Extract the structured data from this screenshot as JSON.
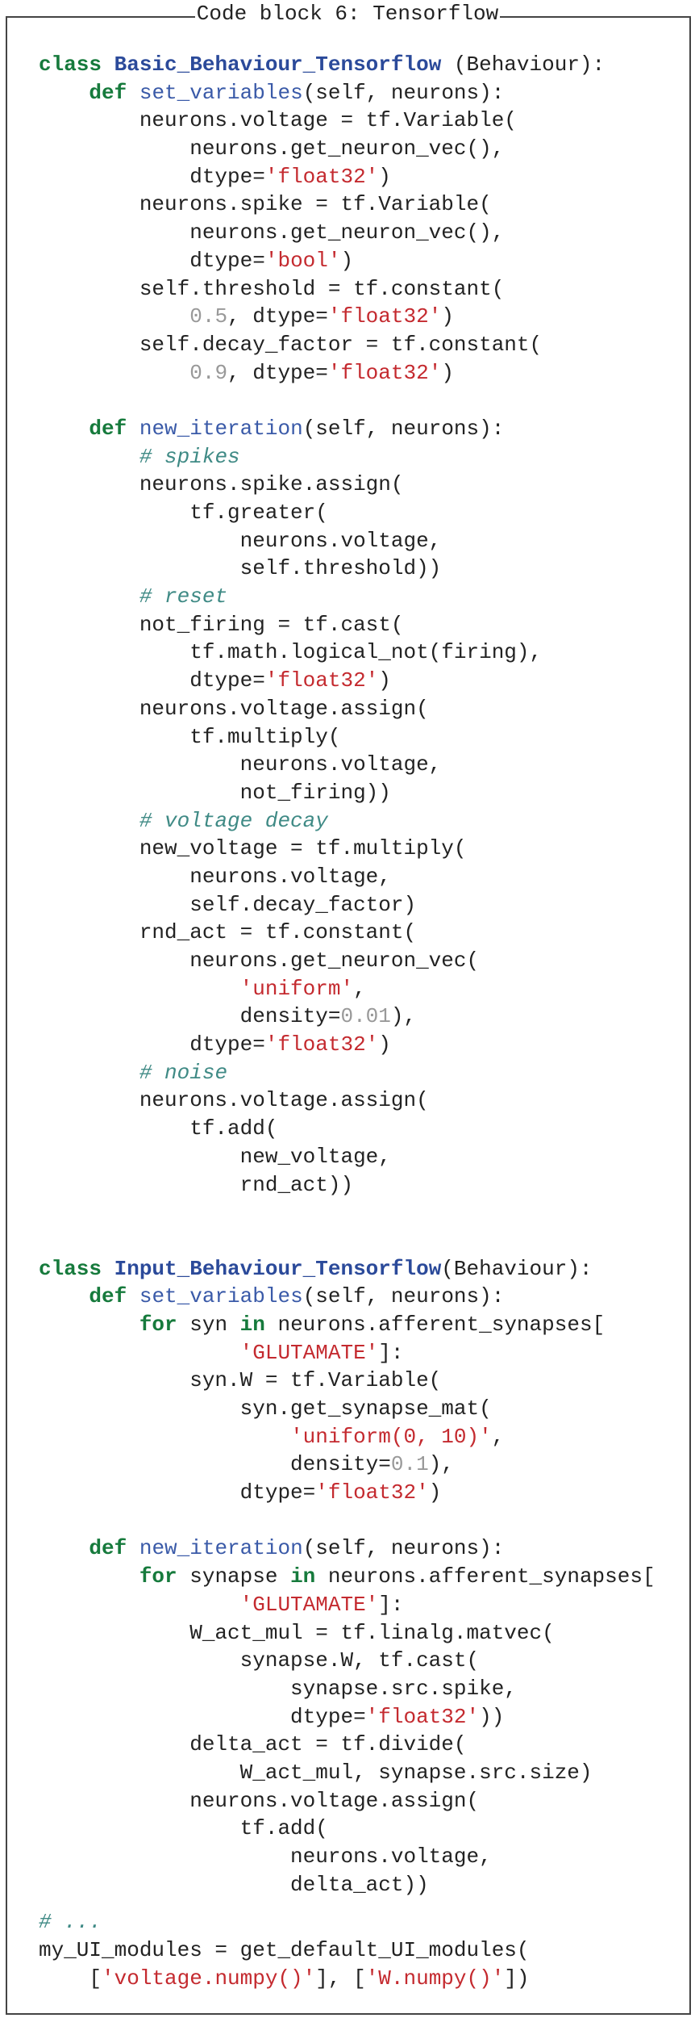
{
  "title": "Code block 6: Tensorflow",
  "colors": {
    "keyword": "#167a3c",
    "class_name": "#2b4a9a",
    "function_name": "#3a5aa8",
    "string": "#c42a2f",
    "number": "#999999",
    "comment": "#3f8a85"
  },
  "lines": [
    [
      [
        "k",
        "class "
      ],
      [
        "c",
        "Basic_Behaviour_Tensorflow"
      ],
      [
        "p",
        " (Behaviour):"
      ]
    ],
    [
      [
        "p",
        "    "
      ],
      [
        "k",
        "def "
      ],
      [
        "f",
        "set_variables"
      ],
      [
        "p",
        "(self, neurons):"
      ]
    ],
    [
      [
        "p",
        "        neurons.voltage = tf.Variable("
      ]
    ],
    [
      [
        "p",
        "            neurons.get_neuron_vec(),"
      ]
    ],
    [
      [
        "p",
        "            dtype="
      ],
      [
        "s",
        "'float32'"
      ],
      [
        "p",
        ")"
      ]
    ],
    [
      [
        "p",
        "        neurons.spike = tf.Variable("
      ]
    ],
    [
      [
        "p",
        "            neurons.get_neuron_vec(),"
      ]
    ],
    [
      [
        "p",
        "            dtype="
      ],
      [
        "s",
        "'bool'"
      ],
      [
        "p",
        ")"
      ]
    ],
    [
      [
        "p",
        "        self.threshold = tf.constant("
      ]
    ],
    [
      [
        "p",
        "            "
      ],
      [
        "n",
        "0.5"
      ],
      [
        "p",
        ", dtype="
      ],
      [
        "s",
        "'float32'"
      ],
      [
        "p",
        ")"
      ]
    ],
    [
      [
        "p",
        "        self.decay_factor = tf.constant("
      ]
    ],
    [
      [
        "p",
        "            "
      ],
      [
        "n",
        "0.9"
      ],
      [
        "p",
        ", dtype="
      ],
      [
        "s",
        "'float32'"
      ],
      [
        "p",
        ")"
      ]
    ],
    [],
    [
      [
        "p",
        "    "
      ],
      [
        "k",
        "def "
      ],
      [
        "f",
        "new_iteration"
      ],
      [
        "p",
        "(self, neurons):"
      ]
    ],
    [
      [
        "p",
        "        "
      ],
      [
        "m",
        "# spikes"
      ]
    ],
    [
      [
        "p",
        "        neurons.spike.assign("
      ]
    ],
    [
      [
        "p",
        "            tf.greater("
      ]
    ],
    [
      [
        "p",
        "                neurons.voltage,"
      ]
    ],
    [
      [
        "p",
        "                self.threshold))"
      ]
    ],
    [
      [
        "p",
        "        "
      ],
      [
        "m",
        "# reset"
      ]
    ],
    [
      [
        "p",
        "        not_firing = tf.cast("
      ]
    ],
    [
      [
        "p",
        "            tf.math.logical_not(firing),"
      ]
    ],
    [
      [
        "p",
        "            dtype="
      ],
      [
        "s",
        "'float32'"
      ],
      [
        "p",
        ")"
      ]
    ],
    [
      [
        "p",
        "        neurons.voltage.assign("
      ]
    ],
    [
      [
        "p",
        "            tf.multiply("
      ]
    ],
    [
      [
        "p",
        "                neurons.voltage,"
      ]
    ],
    [
      [
        "p",
        "                not_firing))"
      ]
    ],
    [
      [
        "p",
        "        "
      ],
      [
        "m",
        "# voltage decay"
      ]
    ],
    [
      [
        "p",
        "        new_voltage = tf.multiply("
      ]
    ],
    [
      [
        "p",
        "            neurons.voltage,"
      ]
    ],
    [
      [
        "p",
        "            self.decay_factor)"
      ]
    ],
    [
      [
        "p",
        "        rnd_act = tf.constant("
      ]
    ],
    [
      [
        "p",
        "            neurons.get_neuron_vec("
      ]
    ],
    [
      [
        "p",
        "                "
      ],
      [
        "s",
        "'uniform'"
      ],
      [
        "p",
        ","
      ]
    ],
    [
      [
        "p",
        "                density="
      ],
      [
        "n",
        "0.01"
      ],
      [
        "p",
        "),"
      ]
    ],
    [
      [
        "p",
        "            dtype="
      ],
      [
        "s",
        "'float32'"
      ],
      [
        "p",
        ")"
      ]
    ],
    [
      [
        "p",
        "        "
      ],
      [
        "m",
        "# noise"
      ]
    ],
    [
      [
        "p",
        "        neurons.voltage.assign("
      ]
    ],
    [
      [
        "p",
        "            tf.add("
      ]
    ],
    [
      [
        "p",
        "                new_voltage,"
      ]
    ],
    [
      [
        "p",
        "                rnd_act))"
      ]
    ],
    [],
    [],
    [
      [
        "k",
        "class "
      ],
      [
        "c",
        "Input_Behaviour_Tensorflow"
      ],
      [
        "p",
        "(Behaviour):"
      ]
    ],
    [
      [
        "p",
        "    "
      ],
      [
        "k",
        "def "
      ],
      [
        "f",
        "set_variables"
      ],
      [
        "p",
        "(self, neurons):"
      ]
    ],
    [
      [
        "p",
        "        "
      ],
      [
        "k",
        "for"
      ],
      [
        "p",
        " syn "
      ],
      [
        "k",
        "in"
      ],
      [
        "p",
        " neurons.afferent_synapses["
      ]
    ],
    [
      [
        "p",
        "                "
      ],
      [
        "s",
        "'GLUTAMATE'"
      ],
      [
        "p",
        "]:"
      ]
    ],
    [
      [
        "p",
        "            syn.W = tf.Variable("
      ]
    ],
    [
      [
        "p",
        "                syn.get_synapse_mat("
      ]
    ],
    [
      [
        "p",
        "                    "
      ],
      [
        "s",
        "'uniform(0, 10)'"
      ],
      [
        "p",
        ","
      ]
    ],
    [
      [
        "p",
        "                    density="
      ],
      [
        "n",
        "0.1"
      ],
      [
        "p",
        "),"
      ]
    ],
    [
      [
        "p",
        "                dtype="
      ],
      [
        "s",
        "'float32'"
      ],
      [
        "p",
        ")"
      ]
    ],
    [],
    [
      [
        "p",
        "    "
      ],
      [
        "k",
        "def "
      ],
      [
        "f",
        "new_iteration"
      ],
      [
        "p",
        "(self, neurons):"
      ]
    ],
    [
      [
        "p",
        "        "
      ],
      [
        "k",
        "for"
      ],
      [
        "p",
        " synapse "
      ],
      [
        "k",
        "in"
      ],
      [
        "p",
        " neurons.afferent_synapses["
      ]
    ],
    [
      [
        "p",
        "                "
      ],
      [
        "s",
        "'GLUTAMATE'"
      ],
      [
        "p",
        "]:"
      ]
    ],
    [
      [
        "p",
        "            W_act_mul = tf.linalg.matvec("
      ]
    ],
    [
      [
        "p",
        "                synapse.W, tf.cast("
      ]
    ],
    [
      [
        "p",
        "                    synapse.src.spike,"
      ]
    ],
    [
      [
        "p",
        "                    dtype="
      ],
      [
        "s",
        "'float32'"
      ],
      [
        "p",
        "))"
      ]
    ],
    [
      [
        "p",
        "            delta_act = tf.divide("
      ]
    ],
    [
      [
        "p",
        "                W_act_mul, synapse.src.size)"
      ]
    ],
    [
      [
        "p",
        "            neurons.voltage.assign("
      ]
    ],
    [
      [
        "p",
        "                tf.add("
      ]
    ],
    [
      [
        "p",
        "                    neurons.voltage,"
      ]
    ],
    [
      [
        "p",
        "                    delta_act))"
      ]
    ],
    null,
    [
      [
        "m",
        "# ..."
      ]
    ],
    [
      [
        "p",
        "my_UI_modules = get_default_UI_modules("
      ]
    ],
    [
      [
        "p",
        "    ["
      ],
      [
        "s",
        "'voltage.numpy()'"
      ],
      [
        "p",
        "], ["
      ],
      [
        "s",
        "'W.numpy()'"
      ],
      [
        "p",
        "])"
      ]
    ]
  ]
}
